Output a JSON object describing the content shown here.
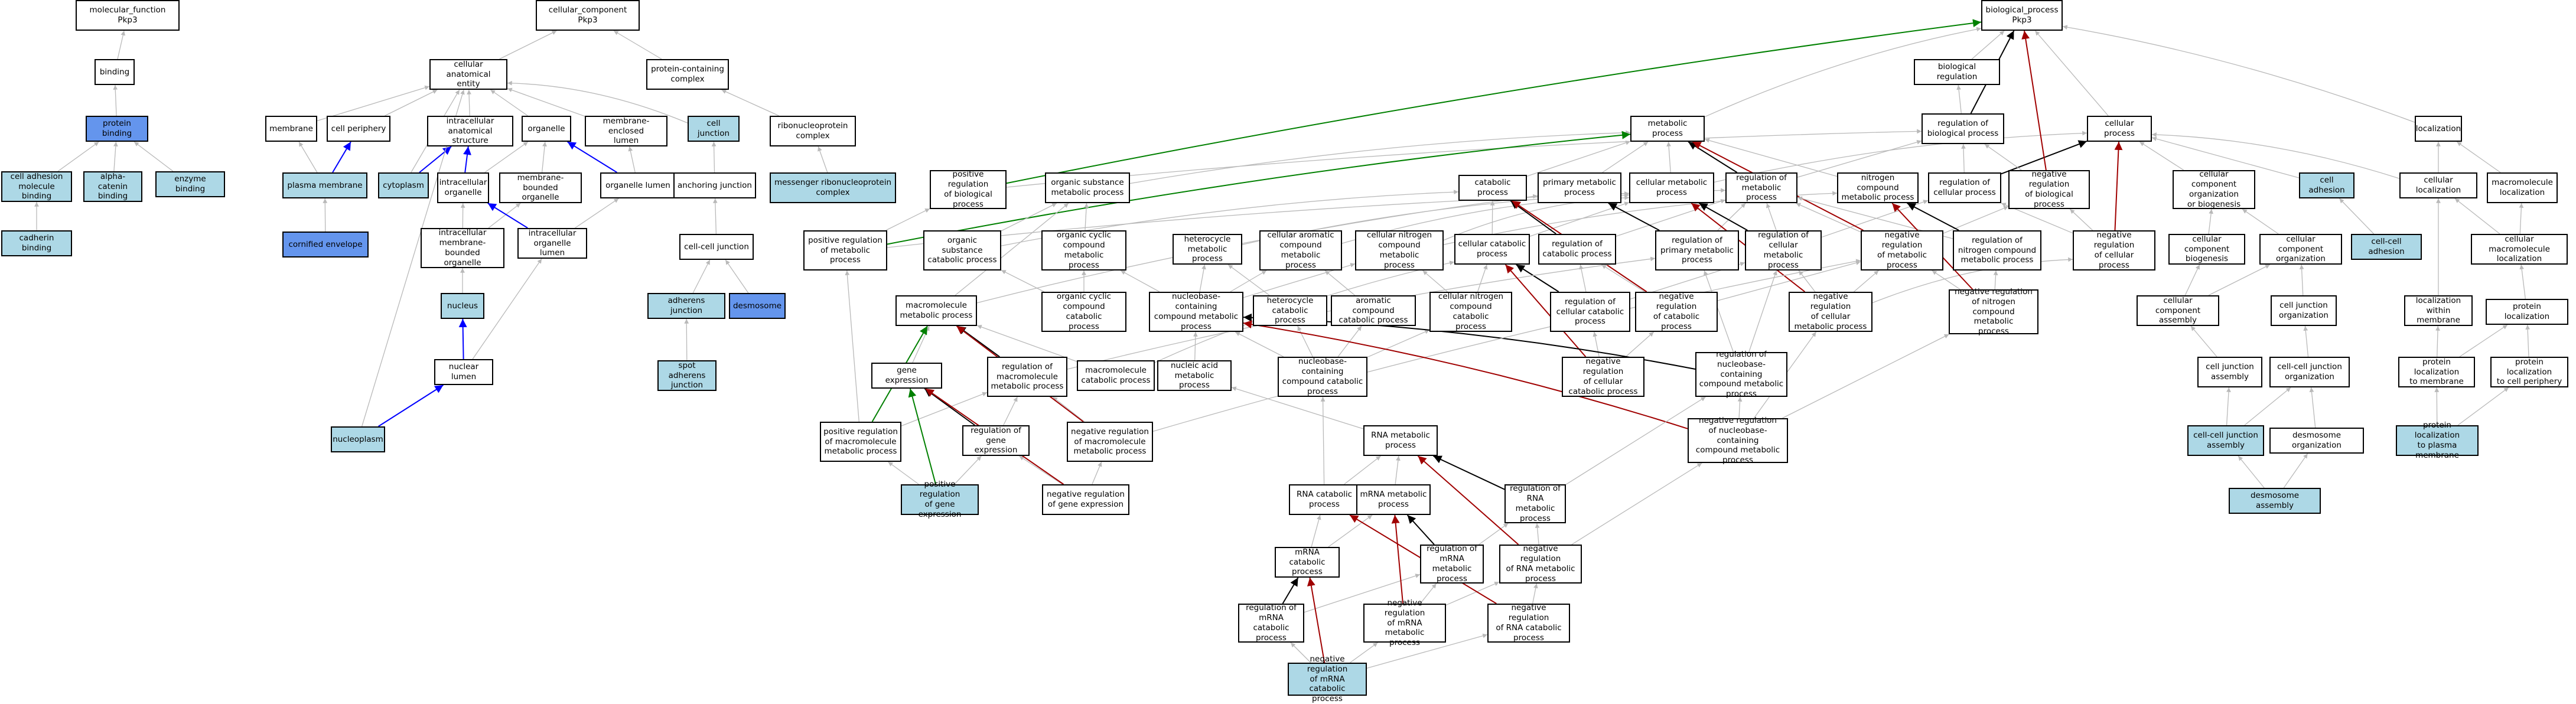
{
  "colors": {
    "edge_is_a": "#b9b9b9",
    "edge_part_of": "#0000ff",
    "edge_regulates": "#000000",
    "edge_positively_regulates": "#008000",
    "edge_negatively_regulates": "#a00000",
    "node_highlight": "#add8e6",
    "node_highlight_strong": "#6495ed"
  },
  "nodes": {
    "mf_root": "molecular_function\nPkp3",
    "binding": "binding",
    "protein_binding": "protein binding",
    "cam_binding": "cell adhesion\nmolecule binding",
    "alpha_catenin": "alpha-catenin\nbinding",
    "enzyme_binding": "enzyme binding",
    "cadherin_binding": "cadherin binding",
    "cc_root": "cellular_component\nPkp3",
    "cae": "cellular anatomical\nentity",
    "pcc": "protein-containing\ncomplex",
    "membrane": "membrane",
    "cell_periphery": "cell periphery",
    "ias": "intracellular\nanatomical structure",
    "organelle": "organelle",
    "meml": "membrane-enclosed\nlumen",
    "cell_junction": "cell junction",
    "rnp_complex": "ribonucleoprotein\ncomplex",
    "plasma_membrane": "plasma membrane",
    "cytoplasm": "cytoplasm",
    "intra_org": "intracellular\norganelle",
    "mb_org": "membrane-bounded\norganelle",
    "org_lumen": "organelle lumen",
    "anchoring_junction": "anchoring junction",
    "mrnp_complex": "messenger ribonucleoprotein\ncomplex",
    "cornified_envelope": "cornified envelope",
    "imbo": "intracellular\nmembrane-bounded\norganelle",
    "iol": "intracellular\norganelle lumen",
    "cc_junction": "cell-cell junction",
    "nucleus": "nucleus",
    "adherens_junction": "adherens junction",
    "desmosome": "desmosome",
    "spot_adherens": "spot adherens\njunction",
    "nuclear_lumen": "nuclear lumen",
    "nucleoplasm": "nucleoplasm",
    "bp_root": "biological_process\nPkp3",
    "bio_reg": "biological regulation",
    "reg_bp": "regulation of\nbiological process",
    "metabolic": "metabolic process",
    "cellular_process": "cellular process",
    "localization": "localization",
    "pos_reg_bp": "positive regulation\nof biological\nprocess",
    "osm": "organic substance\nmetabolic process",
    "catabolic": "catabolic process",
    "primary_metabolic": "primary metabolic\nprocess",
    "cellular_metabolic": "cellular metabolic\nprocess",
    "reg_metabolic": "regulation of\nmetabolic process",
    "ncm": "nitrogen compound\nmetabolic process",
    "reg_cellular": "regulation of\ncellular process",
    "neg_reg_bp": "negative regulation\nof biological\nprocess",
    "ccob": "cellular component\norganization\nor biogenesis",
    "cell_adhesion": "cell adhesion",
    "cellular_loc": "cellular localization",
    "macro_loc": "macromolecule\nlocalization",
    "pos_reg_metabolic": "positive regulation\nof metabolic\nprocess",
    "oscp": "organic substance\ncatabolic process",
    "ocm": "organic cyclic\ncompound metabolic\nprocess",
    "hetero_meta": "heterocycle\nmetabolic process",
    "acm": "cellular aromatic\ncompound metabolic\nprocess",
    "cncm": "cellular nitrogen\ncompound metabolic\nprocess",
    "cell_catabolic": "cellular catabolic\nprocess",
    "reg_catabolic": "regulation of\ncatabolic process",
    "reg_primary": "regulation of\nprimary metabolic\nprocess",
    "reg_cell_meta": "regulation of\ncellular metabolic\nprocess",
    "neg_reg_metabolic": "negative regulation\nof metabolic\nprocess",
    "reg_ncm": "regulation of\nnitrogen compound\nmetabolic process",
    "neg_reg_cellular": "negative regulation\nof cellular\nprocess",
    "ccb": "cellular component\nbiogenesis",
    "cco": "cellular component\norganization",
    "cell_cell_adhesion": "cell-cell adhesion",
    "cml": "cellular macromolecule\nlocalization",
    "macro_meta": "macromolecule\nmetabolic process",
    "occp": "organic cyclic\ncompound catabolic\nprocess",
    "ncmp": "nucleobase-containing\ncompound metabolic\nprocess",
    "hetero_cat": "heterocycle\ncatabolic process",
    "arom_cat": "aromatic compound\ncatabolic process",
    "cnccp": "cellular nitrogen\ncompound catabolic\nprocess",
    "neg_reg_catabolic": "negative regulation\nof catabolic\nprocess",
    "reg_cell_cat": "regulation of\ncellular catabolic\nprocess",
    "neg_reg_cell_meta": "negative regulation\nof cellular\nmetabolic process",
    "neg_reg_ncm": "negative regulation\nof nitrogen\ncompound metabolic\nprocess",
    "cca": "cellular component\nassembly",
    "cc_junction_org": "cell junction\norganization",
    "loc_membrane": "localization\nwithin membrane",
    "protein_loc": "protein localization",
    "gene_expr": "gene expression",
    "reg_macro_meta": "regulation of\nmacromolecule\nmetabolic process",
    "macro_cat": "macromolecule\ncatabolic process",
    "na_meta": "nucleic acid\nmetabolic process",
    "nccp": "nucleobase-containing\ncompound catabolic\nprocess",
    "neg_reg_cell_cat": "negative regulation\nof cellular\ncatabolic process",
    "reg_ncmp": "regulation of\nnucleobase-containing\ncompound metabolic\nprocess",
    "cj_assembly": "cell junction\nassembly",
    "ccj_org": "cell-cell junction\norganization",
    "prot_loc_membrane": "protein localization\nto membrane",
    "prot_loc_periphery": "protein localization\nto cell periphery",
    "pos_reg_macro_meta": "positive regulation\nof macromolecule\nmetabolic process",
    "reg_gene_expr": "regulation of\ngene expression",
    "neg_reg_macro_meta": "negative regulation\nof macromolecule\nmetabolic process",
    "rna_meta": "RNA metabolic\nprocess",
    "neg_reg_ncmp": "negative regulation\nof nucleobase-containing\ncompound metabolic\nprocess",
    "ccj_assembly": "cell-cell junction\nassembly",
    "desmo_org": "desmosome organization",
    "prot_loc_pm": "protein localization\nto plasma membrane",
    "pos_reg_gene_expr": "positive regulation\nof gene expression",
    "neg_reg_gene_expr": "negative regulation\nof gene expression",
    "rna_cat": "RNA catabolic\nprocess",
    "mrna_meta": "mRNA metabolic\nprocess",
    "reg_rna_meta": "regulation of\nRNA metabolic\nprocess",
    "desmo_assembly": "desmosome assembly",
    "mrna_cat": "mRNA catabolic\nprocess",
    "reg_mrna_meta": "regulation of\nmRNA metabolic\nprocess",
    "neg_reg_rna_meta": "negative regulation\nof RNA metabolic\nprocess",
    "reg_mrna_cat": "regulation of\nmRNA catabolic\nprocess",
    "neg_reg_mrna_meta": "negative regulation\nof mRNA metabolic\nprocess",
    "neg_reg_rna_cat": "negative regulation\nof RNA catabolic\nprocess",
    "neg_reg_mrna_cat": "negative regulation\nof mRNA catabolic\nprocess"
  }
}
